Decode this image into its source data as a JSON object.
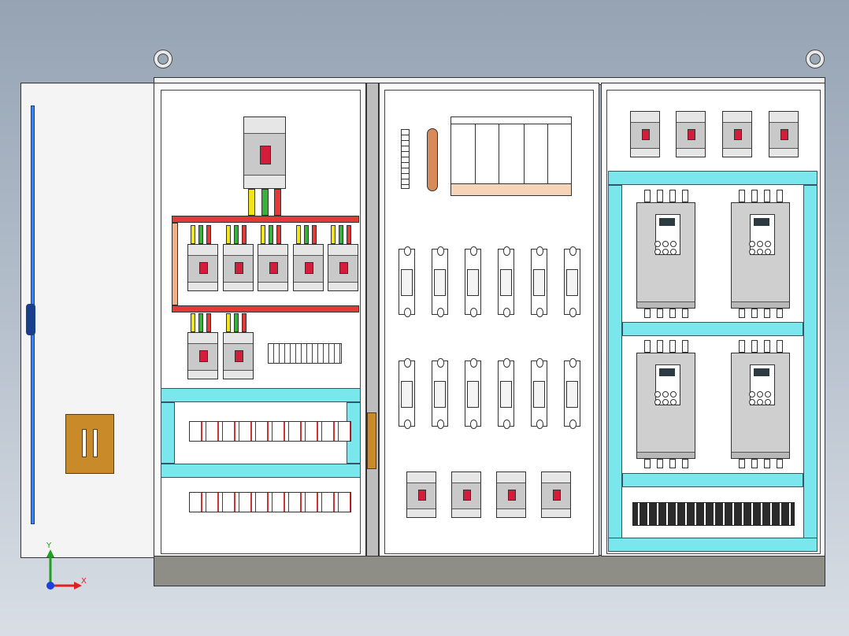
{
  "title": "",
  "colors": {
    "cabinet": "#fbfbfb",
    "busbar": "#e53935",
    "cableduct": "#79e7ec",
    "breaker_handle": "#d21e3a",
    "plinth": "#8e8e86",
    "wire_yellow": "#f1e41a",
    "wire_green": "#36b23a",
    "wire_red": "#e53935"
  },
  "sections": [
    {
      "name": "left-door",
      "items": [
        "door-handle",
        "hinge-rod"
      ]
    },
    {
      "name": "incoming-section",
      "items": [
        "main-breaker",
        "busbar",
        "feeder-breakers",
        "din-rail-terminals"
      ]
    },
    {
      "name": "fuse-section",
      "items": [
        "terminal-strip",
        "copper-bar",
        "relay-block",
        "fuse-holders",
        "small-breakers"
      ]
    },
    {
      "name": "drive-section",
      "items": [
        "top-breakers",
        "frequency-inverters",
        "terminal-block"
      ]
    }
  ],
  "axis": {
    "x": "X",
    "y": "Y"
  },
  "icons": {
    "lifting-eye": "lifting-eye-icon",
    "axis-triad": "axis-triad-icon"
  }
}
